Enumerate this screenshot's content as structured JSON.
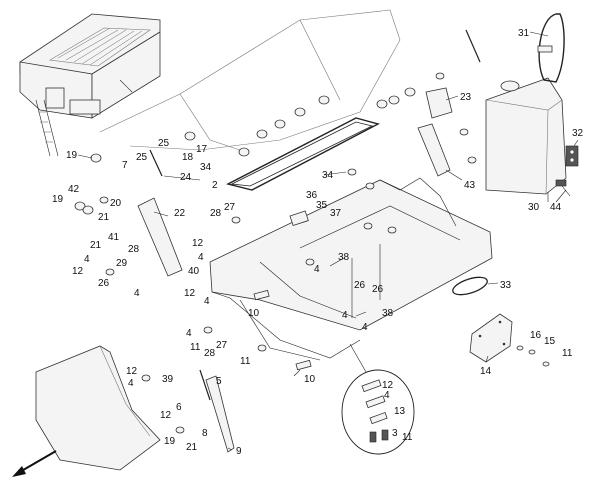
{
  "callouts": [
    {
      "id": "c31",
      "text": "31"
    },
    {
      "id": "c32",
      "text": "32"
    },
    {
      "id": "c30",
      "text": "30"
    },
    {
      "id": "c44",
      "text": "44"
    },
    {
      "id": "c23",
      "text": "23"
    },
    {
      "id": "c43",
      "text": "43"
    },
    {
      "id": "c33",
      "text": "33"
    },
    {
      "id": "c14",
      "text": "14"
    },
    {
      "id": "c16",
      "text": "16"
    },
    {
      "id": "c15",
      "text": "15"
    },
    {
      "id": "c11a",
      "text": "11"
    },
    {
      "id": "c19a",
      "text": "19"
    },
    {
      "id": "c25a",
      "text": "25"
    },
    {
      "id": "c25b",
      "text": "25"
    },
    {
      "id": "c7",
      "text": "7"
    },
    {
      "id": "c18",
      "text": "18"
    },
    {
      "id": "c17",
      "text": "17"
    },
    {
      "id": "c34a",
      "text": "34"
    },
    {
      "id": "c24",
      "text": "24"
    },
    {
      "id": "c2",
      "text": "2"
    },
    {
      "id": "c42",
      "text": "42"
    },
    {
      "id": "c19b",
      "text": "19"
    },
    {
      "id": "c20",
      "text": "20"
    },
    {
      "id": "c21a",
      "text": "21"
    },
    {
      "id": "c22",
      "text": "22"
    },
    {
      "id": "c28a",
      "text": "28"
    },
    {
      "id": "c27a",
      "text": "27"
    },
    {
      "id": "c36",
      "text": "36"
    },
    {
      "id": "c35",
      "text": "35"
    },
    {
      "id": "c37",
      "text": "37"
    },
    {
      "id": "c34b",
      "text": "34"
    },
    {
      "id": "c41",
      "text": "41"
    },
    {
      "id": "c21b",
      "text": "21"
    },
    {
      "id": "c12a",
      "text": "12"
    },
    {
      "id": "c4a",
      "text": "4"
    },
    {
      "id": "c28b",
      "text": "28"
    },
    {
      "id": "c29",
      "text": "29"
    },
    {
      "id": "c12b",
      "text": "12"
    },
    {
      "id": "c4b",
      "text": "4"
    },
    {
      "id": "c40",
      "text": "40"
    },
    {
      "id": "c26a",
      "text": "26"
    },
    {
      "id": "c4c",
      "text": "4"
    },
    {
      "id": "c12c",
      "text": "12"
    },
    {
      "id": "c4d",
      "text": "4"
    },
    {
      "id": "c38a",
      "text": "38"
    },
    {
      "id": "c4e",
      "text": "4"
    },
    {
      "id": "c26b",
      "text": "26"
    },
    {
      "id": "c26c",
      "text": "26"
    },
    {
      "id": "c10a",
      "text": "10"
    },
    {
      "id": "c4f",
      "text": "4"
    },
    {
      "id": "c38b",
      "text": "38"
    },
    {
      "id": "c4g",
      "text": "4"
    },
    {
      "id": "c11b",
      "text": "11"
    },
    {
      "id": "c28c",
      "text": "28"
    },
    {
      "id": "c27b",
      "text": "27"
    },
    {
      "id": "c4h",
      "text": "4"
    },
    {
      "id": "c11c",
      "text": "11"
    },
    {
      "id": "c12d",
      "text": "12"
    },
    {
      "id": "c4i",
      "text": "4"
    },
    {
      "id": "c39",
      "text": "39"
    },
    {
      "id": "c5",
      "text": "5"
    },
    {
      "id": "c6",
      "text": "6"
    },
    {
      "id": "c12e",
      "text": "12"
    },
    {
      "id": "c10b",
      "text": "10"
    },
    {
      "id": "c12f",
      "text": "12"
    },
    {
      "id": "c4j",
      "text": "4"
    },
    {
      "id": "c13",
      "text": "13"
    },
    {
      "id": "c8",
      "text": "8"
    },
    {
      "id": "c3",
      "text": "3"
    },
    {
      "id": "c11d",
      "text": "11"
    },
    {
      "id": "c19c",
      "text": "19"
    },
    {
      "id": "c21c",
      "text": "21"
    },
    {
      "id": "c9",
      "text": "9"
    }
  ]
}
